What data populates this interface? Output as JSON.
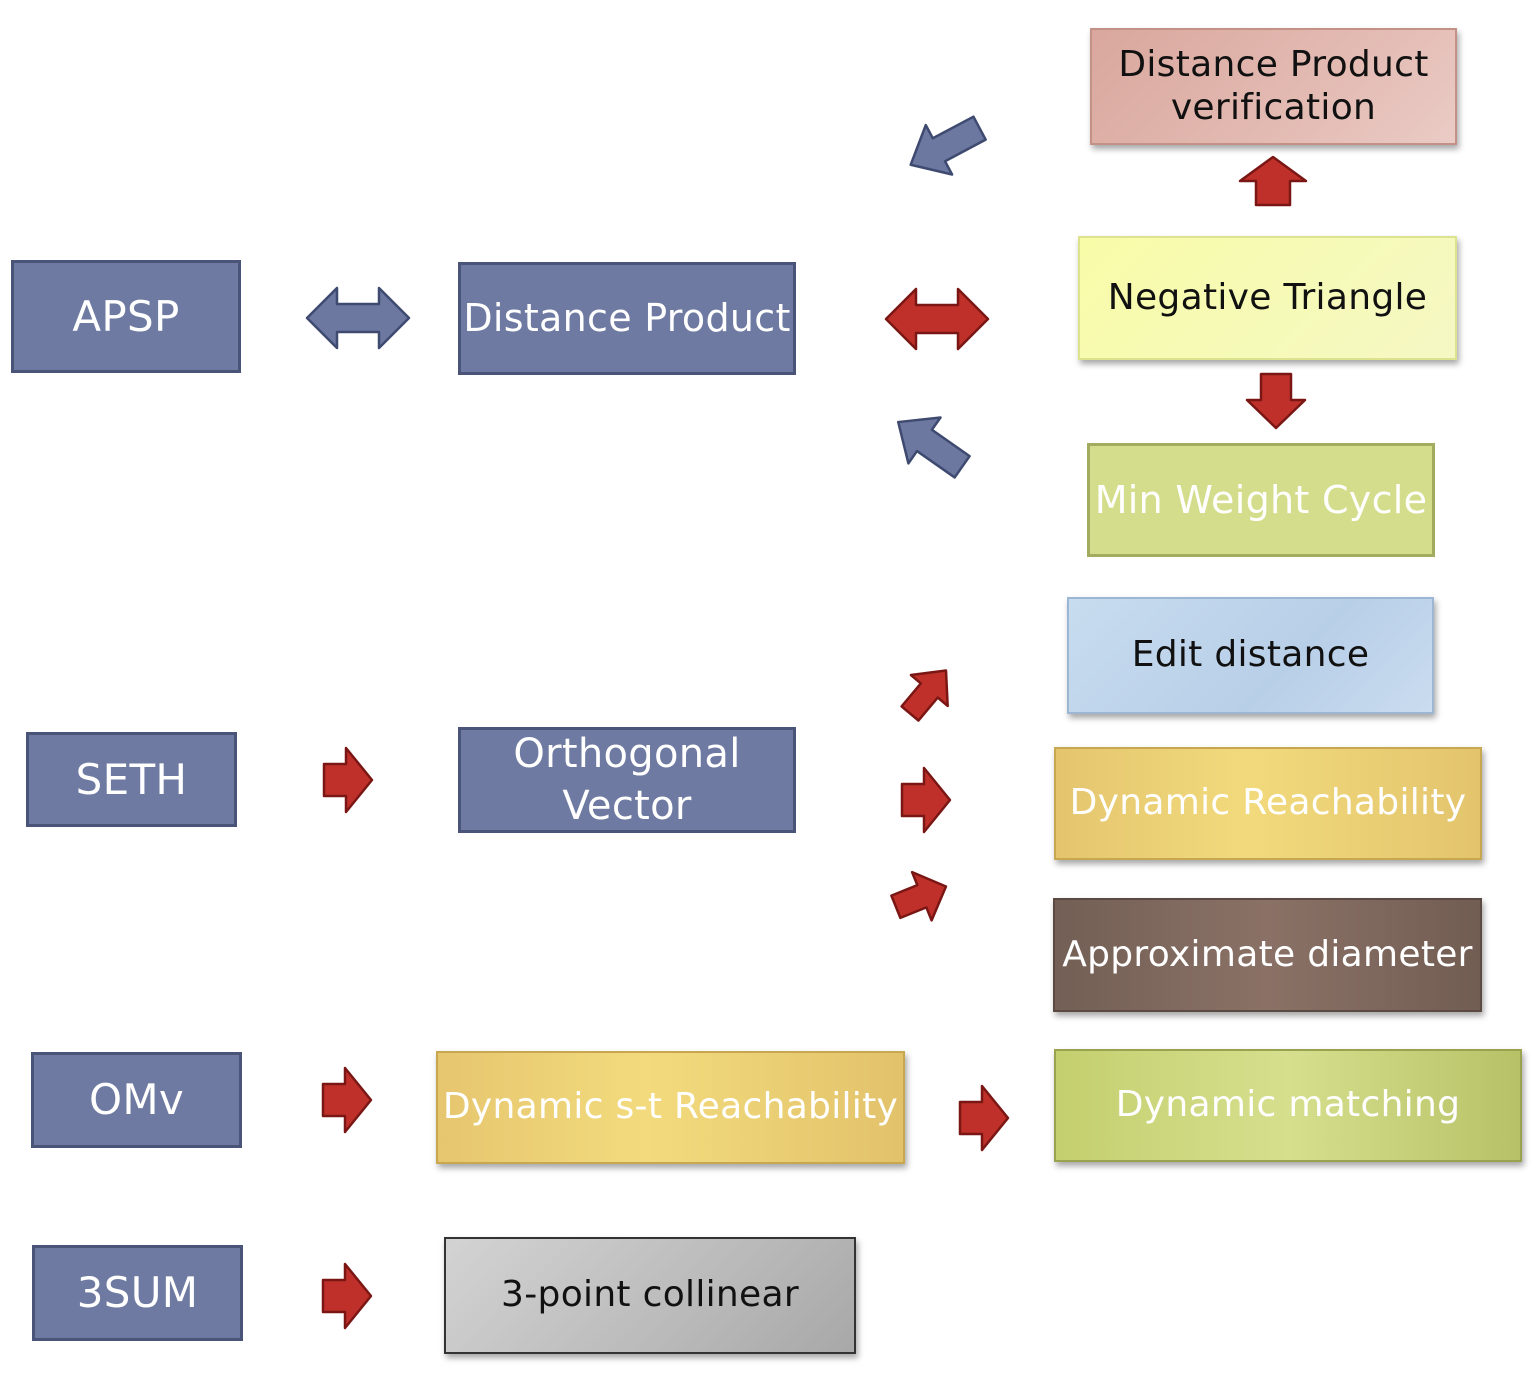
{
  "nodes": {
    "apsp": "APSP",
    "distance_product": "Distance Product",
    "seth": "SETH",
    "orthogonal_vector": "Orthogonal Vector",
    "omv": "OMv",
    "three_sum": "3SUM",
    "distance_product_verification": "Distance Product verification",
    "negative_triangle": "Negative Triangle",
    "min_weight_cycle": "Min Weight Cycle",
    "edit_distance": "Edit distance",
    "dynamic_reachability": "Dynamic Reachability",
    "approximate_diameter": "Approximate diameter",
    "dynamic_st_reachability": "Dynamic s-t Reachability",
    "dynamic_matching": "Dynamic matching",
    "three_point_collinear": "3-point collinear"
  },
  "colors": {
    "slate_box": "#6e7aa1",
    "blue_arrow": "#6c78a0",
    "red_arrow": "#c0302b"
  }
}
